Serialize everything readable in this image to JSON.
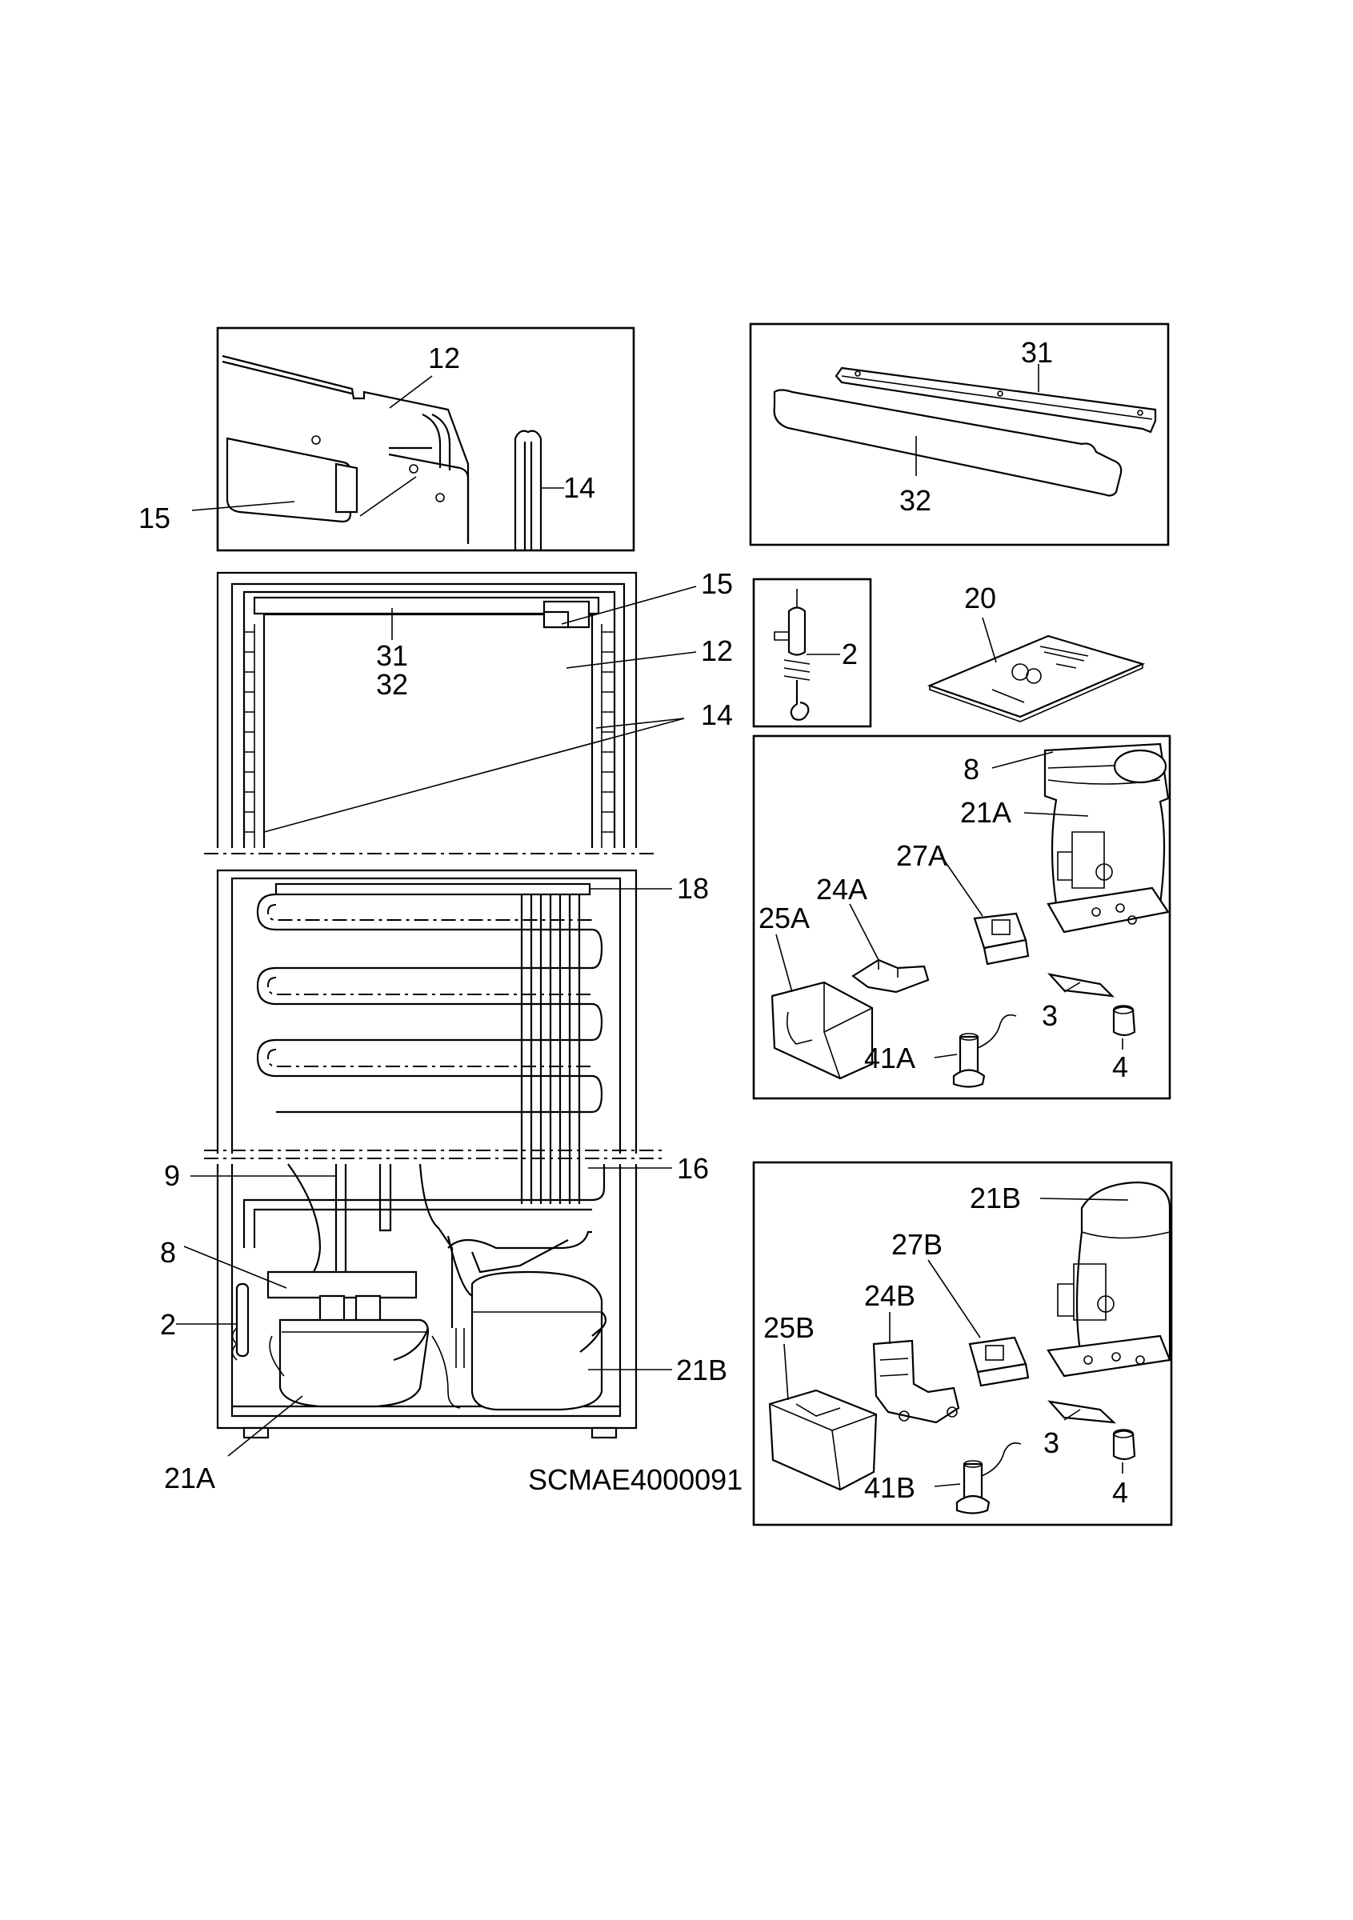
{
  "diagram": {
    "drawing_code": "SCMAE4000091",
    "callouts": {
      "door_part_12": "12",
      "door_part_15": "15",
      "door_part_14": "14",
      "shelf_31": "31",
      "shelf_32": "32",
      "main_15": "15",
      "main_31": "31",
      "main_32": "32",
      "main_12": "12",
      "main_14": "14",
      "main_18": "18",
      "main_16": "16",
      "main_9": "9",
      "main_8": "8",
      "main_2": "2",
      "main_21B": "21B",
      "main_21A": "21A",
      "sensor_2": "2",
      "manual_20": "20",
      "kitA_8": "8",
      "kitA_21A": "21A",
      "kitA_27A": "27A",
      "kitA_24A": "24A",
      "kitA_25A": "25A",
      "kitA_3": "3",
      "kitA_4": "4",
      "kitA_41A": "41A",
      "kitB_21B": "21B",
      "kitB_27B": "27B",
      "kitB_24B": "24B",
      "kitB_25B": "25B",
      "kitB_3": "3",
      "kitB_4": "4",
      "kitB_41B": "41B"
    }
  }
}
